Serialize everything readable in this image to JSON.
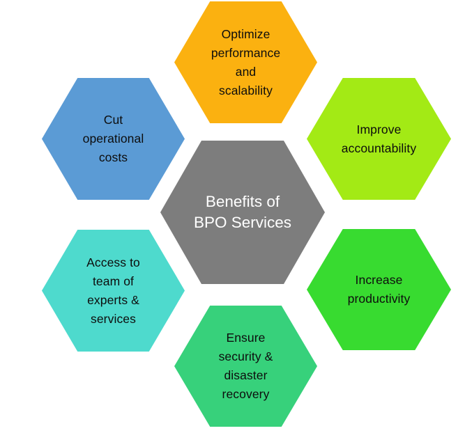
{
  "diagram": {
    "title": "Benefits of BPO Services",
    "type": "hexagon-honeycomb",
    "background_color": "#FFFFFF",
    "center": {
      "id": "benefits-of-bpo-services",
      "label": "Benefits of BPO Services",
      "lines": [
        "Benefits of",
        "BPO Services"
      ],
      "color": "#7D7D7D",
      "text_color": "#FFFFFF"
    },
    "nodes": [
      {
        "id": "optimize-performance",
        "position": "top",
        "label": "Optimize performance and scalability",
        "lines": [
          "Optimize",
          "performance",
          "and",
          "scalability"
        ],
        "color": "#FBB110",
        "text_color": "#0D0D0D"
      },
      {
        "id": "cut-operational-costs",
        "position": "upper-left",
        "label": "Cut operational costs",
        "lines": [
          "Cut",
          "operational",
          "costs"
        ],
        "color": "#5B9BD5",
        "text_color": "#0D0D0D"
      },
      {
        "id": "improve-accountability",
        "position": "upper-right",
        "label": "Improve accountability",
        "lines": [
          "Improve",
          "accountability"
        ],
        "color": "#A3EA15",
        "text_color": "#0D0D0D"
      },
      {
        "id": "access-to-experts",
        "position": "lower-left",
        "label": "Access to team of experts & services",
        "lines": [
          "Access to",
          "team of",
          "experts &",
          "services"
        ],
        "color": "#4EDACD",
        "text_color": "#0D0D0D"
      },
      {
        "id": "increase-productivity",
        "position": "lower-right",
        "label": "Increase productivity",
        "lines": [
          "Increase",
          "productivity"
        ],
        "color": "#38DB30",
        "text_color": "#0D0D0D"
      },
      {
        "id": "ensure-security",
        "position": "bottom",
        "label": "Ensure security & disaster recovery",
        "lines": [
          "Ensure",
          "security &",
          "disaster",
          "recovery"
        ],
        "color": "#37D17B",
        "text_color": "#0D0D0D"
      }
    ]
  }
}
